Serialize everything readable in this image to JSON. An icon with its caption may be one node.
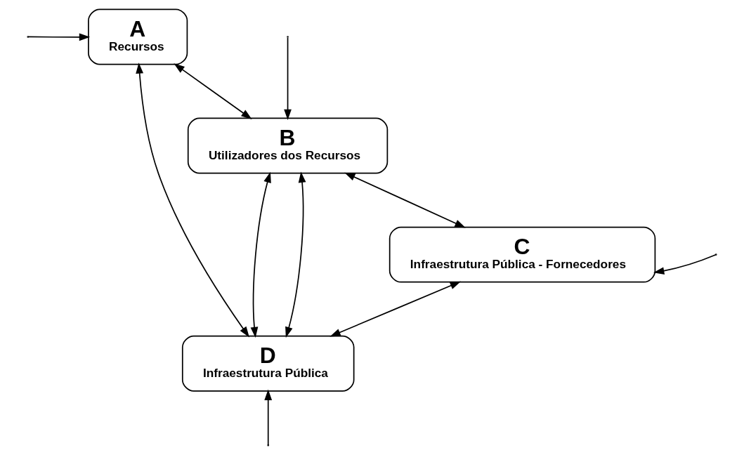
{
  "diagram": {
    "nodes": [
      {
        "text": [
          "B",
          "Utilizadores dos Recursos"
        ]
      },
      {
        "text": [
          "A",
          "Recursos"
        ]
      },
      {
        "text": [
          "C",
          "Infraestrutura Pública - Fornecedores"
        ]
      },
      {
        "text": [
          "D",
          "Infraestrutura Pública"
        ]
      }
    ],
    "edges": [
      {
        "from": null,
        "to": 0,
        "arrow": "to"
      },
      {
        "from": null,
        "to": 1,
        "arrow": "to"
      },
      {
        "from": null,
        "to": 2,
        "arrow": "to"
      },
      {
        "from": null,
        "to": 3,
        "arrow": "to"
      },
      {
        "from": 1,
        "to": 0,
        "arrow": "both"
      },
      {
        "from": 0,
        "to": 3,
        "arrow": "both"
      },
      {
        "from": 0,
        "to": 3,
        "arrow": "both"
      },
      {
        "from": 0,
        "to": 2,
        "arrow": "both"
      },
      {
        "from": 1,
        "to": 3,
        "arrow": "both"
      },
      {
        "from": 2,
        "to": 3,
        "arrow": "both"
      }
    ]
  }
}
